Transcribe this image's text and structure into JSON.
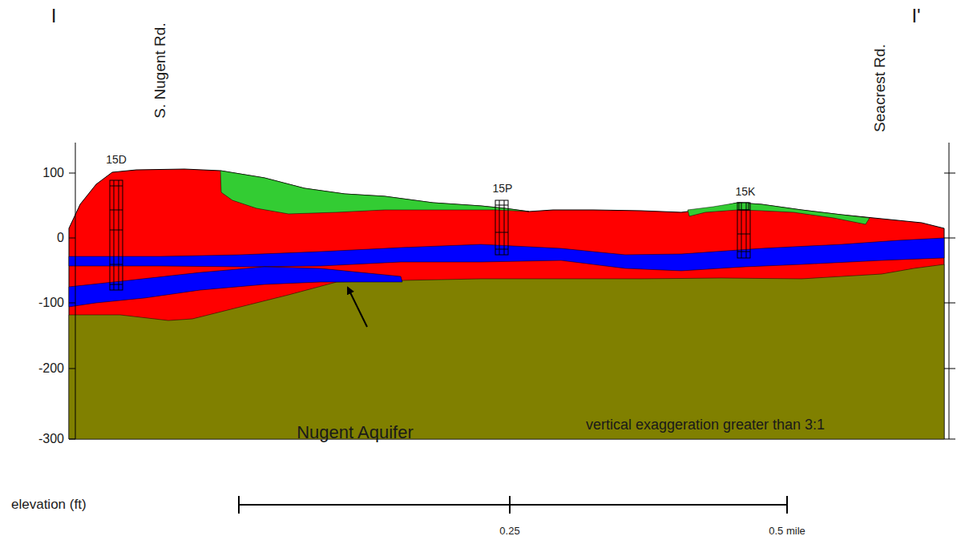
{
  "diagram": {
    "labels": [
      "I",
      "I'",
      "S. Nugent Rd.",
      "Seacrest Rd.",
      "15D",
      "15P",
      "15K",
      "Nugent Aquifer",
      "vertical exaggeration greater than 3:1",
      "100",
      "0",
      "-100",
      "-200",
      "-300",
      "elevation (ft)",
      "0.25",
      "0.5 mile"
    ]
  }
}
